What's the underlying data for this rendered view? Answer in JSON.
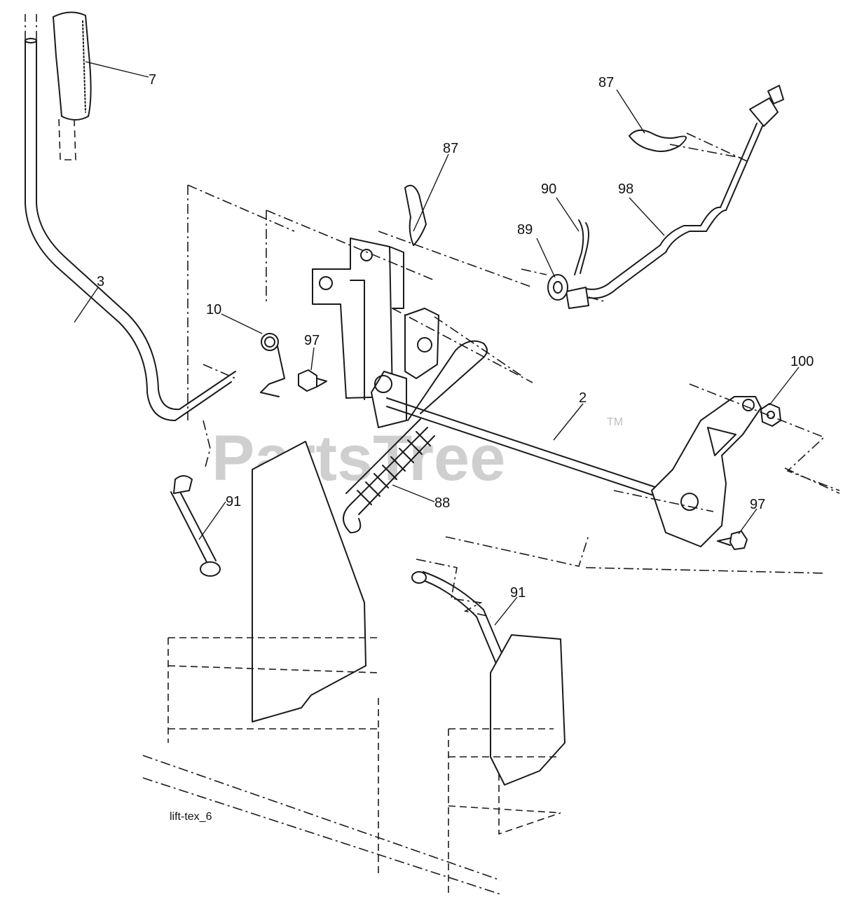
{
  "diagram": {
    "figure_id": "lift-tex_6",
    "watermark": "PartsTree",
    "watermark_mark": "TM",
    "callouts": [
      {
        "id": "c7",
        "label": "7"
      },
      {
        "id": "c87a",
        "label": "87"
      },
      {
        "id": "c87b",
        "label": "87"
      },
      {
        "id": "c90",
        "label": "90"
      },
      {
        "id": "c98",
        "label": "98"
      },
      {
        "id": "c89",
        "label": "89"
      },
      {
        "id": "c3",
        "label": "3"
      },
      {
        "id": "c10",
        "label": "10"
      },
      {
        "id": "c97a",
        "label": "97"
      },
      {
        "id": "c100",
        "label": "100"
      },
      {
        "id": "c2",
        "label": "2"
      },
      {
        "id": "c91a",
        "label": "91"
      },
      {
        "id": "c88",
        "label": "88"
      },
      {
        "id": "c97b",
        "label": "97"
      },
      {
        "id": "c91b",
        "label": "91"
      }
    ]
  }
}
